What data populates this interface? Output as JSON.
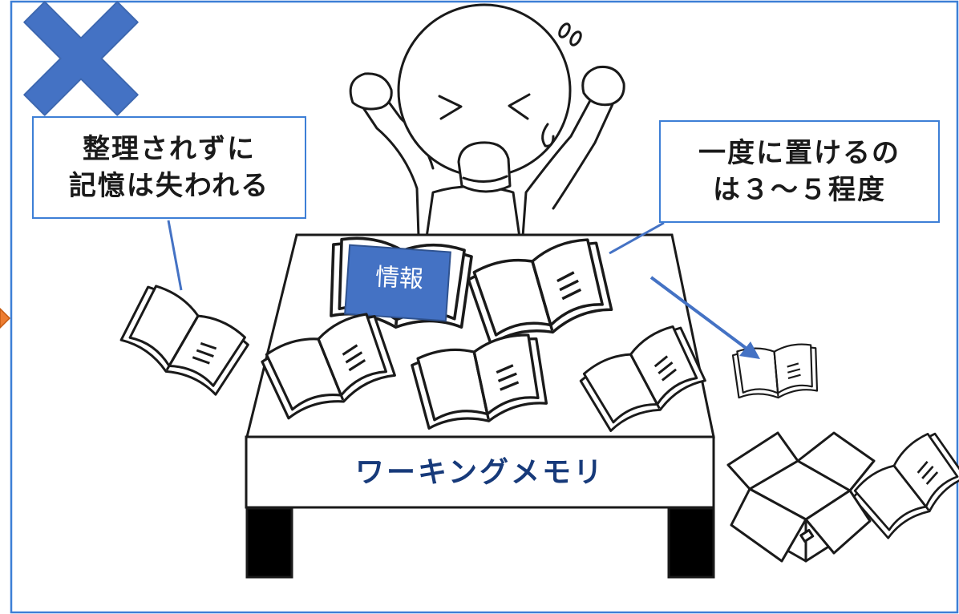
{
  "callout_left": {
    "line1": "整理されずに",
    "line2": "記憶は失われる"
  },
  "callout_right": {
    "line1": "一度に置けるの",
    "line2": "は３～５程度"
  },
  "table_label": "ワーキングメモリ",
  "info_book_label": "情報",
  "icons": [
    "cross-mark-icon",
    "person-icon",
    "book-icon",
    "box-icon",
    "arrow-icon"
  ],
  "colors": {
    "accent_blue": "#4472c4",
    "frame_blue": "#3d7fd6",
    "label_navy": "#173a7a",
    "side_arrow": "#ed7d31"
  }
}
